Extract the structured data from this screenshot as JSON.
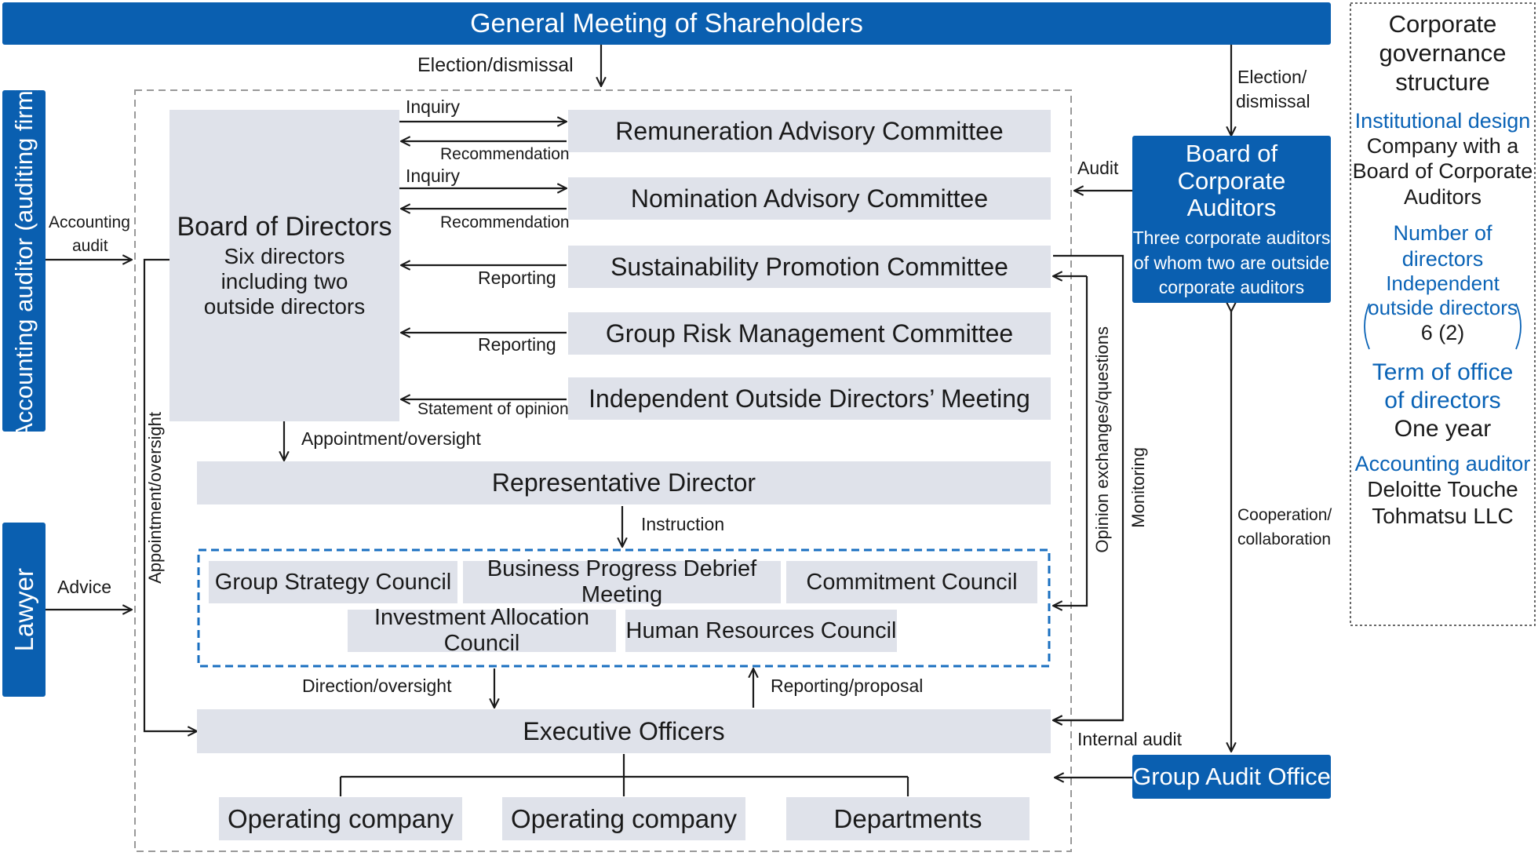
{
  "shareholders": "General Meeting of Shareholders",
  "accounting_auditor_firm": "Accounting auditor (auditing firm)",
  "lawyer": "Lawyer",
  "board_of_directors": {
    "title": "Board of Directors",
    "line1": "Six directors",
    "line2": "including two",
    "line3": "outside directors"
  },
  "committees": {
    "remuneration": "Remuneration Advisory Committee",
    "nomination": "Nomination Advisory Committee",
    "sustainability": "Sustainability Promotion Committee",
    "risk": "Group Risk Management Committee",
    "independent": "Independent Outside Directors’ Meeting"
  },
  "representative_director": "Representative Director",
  "councils": {
    "strategy": "Group Strategy Council",
    "progress": "Business Progress Debrief Meeting",
    "commitment": "Commitment Council",
    "investment": "Investment Allocation Council",
    "hr": "Human Resources Council"
  },
  "executive_officers": "Executive Officers",
  "operating_company_1": "Operating company",
  "operating_company_2": "Operating company",
  "departments": "Departments",
  "corporate_auditors": {
    "title1": "Board of",
    "title2": "Corporate Auditors",
    "line1": "Three corporate auditors",
    "line2": "of whom two are outside",
    "line3": "corporate auditors"
  },
  "group_audit_office": "Group Audit Office",
  "labels": {
    "election_dismissal": "Election/dismissal",
    "election": "Election/",
    "dismissal": "dismissal",
    "inquiry_1": "Inquiry",
    "recommendation_1": "Recommendation",
    "inquiry_2": "Inquiry",
    "recommendation_2": "Recommendation",
    "reporting_1": "Reporting",
    "reporting_2": "Reporting",
    "statement_of_opinion": "Statement of opinion",
    "audit": "Audit",
    "accounting": "Accounting",
    "audit_small": "audit",
    "advice": "Advice",
    "appointment_oversight_1": "Appointment/oversight",
    "appointment_oversight_vertical": "Appointment/oversight",
    "instruction": "Instruction",
    "direction_oversight": "Direction/oversight",
    "reporting_proposal": "Reporting/proposal",
    "opinion_exchanges": "Opinion exchanges/questions",
    "monitoring": "Monitoring",
    "cooperation": "Cooperation/",
    "collaboration": "collaboration",
    "internal_audit": "Internal audit"
  },
  "sidebar": {
    "title1": "Corporate",
    "title2": "governance",
    "title3": "structure",
    "institutional_design_heading": "Institutional design",
    "institutional_design_1": "Company with a",
    "institutional_design_2": "Board of Corporate",
    "institutional_design_3": "Auditors",
    "number_heading": "Number of directors",
    "independent_1": "Independent",
    "independent_2": "outside directors",
    "number_value": "6 (2)",
    "term_heading_1": "Term of office",
    "term_heading_2": "of directors",
    "term_value": "One year",
    "auditor_heading": "Accounting auditor",
    "auditor_value_1": "Deloitte Touche",
    "auditor_value_2": "Tohmatsu LLC"
  },
  "colors": {
    "blue": "#0a5fb0",
    "heading_blue": "#0a63b6",
    "box_gray": "#dfe2ea",
    "dashed_blue": "#1a6fc0",
    "line": "#1a1a1a"
  }
}
